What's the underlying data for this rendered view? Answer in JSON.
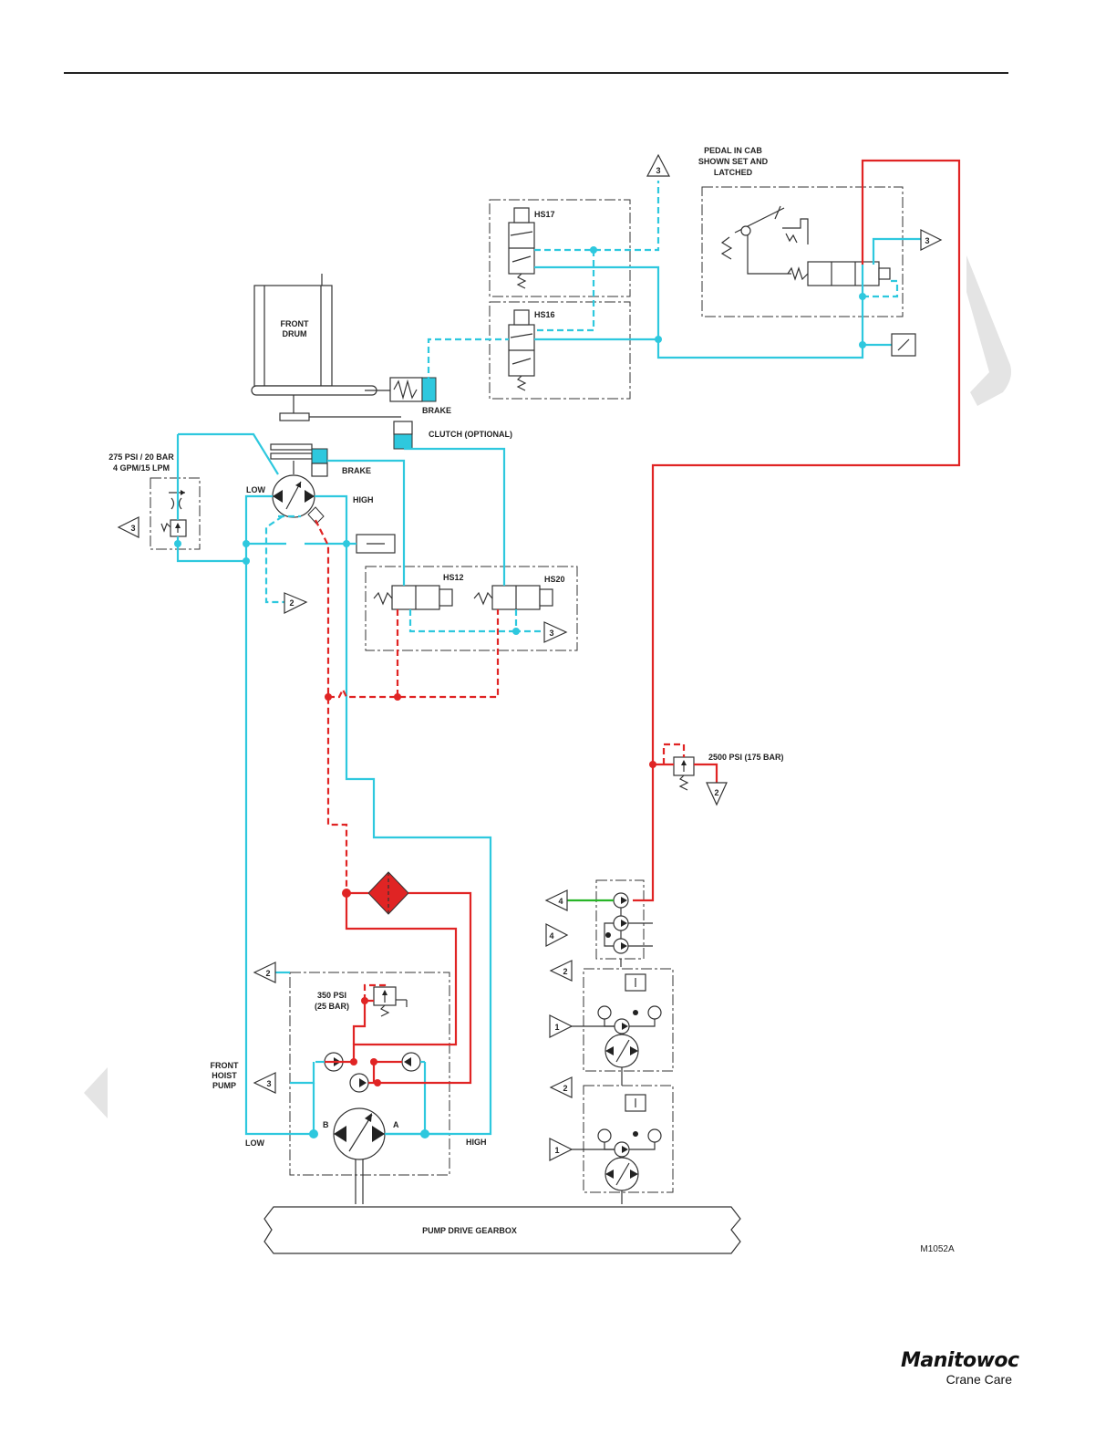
{
  "labels": {
    "front_drum": [
      "FRONT",
      "DRUM"
    ],
    "drum_brake": "BRAKE",
    "clutch": "CLUTCH (OPTIONAL)",
    "motor_brake": "BRAKE",
    "relief_275": [
      "275 PSI / 20 BAR",
      "4 GPM/15 LPM"
    ],
    "motor_low": "LOW",
    "motor_high": "HIGH",
    "hs17": "HS17",
    "hs16": "HS16",
    "hs12": "HS12",
    "hs20": "HS20",
    "pedal": [
      "PEDAL IN CAB",
      "SHOWN SET AND",
      "LATCHED"
    ],
    "relief_2500": "2500 PSI  (175 BAR)",
    "relief_350": [
      "350 PSI",
      "(25 BAR)"
    ],
    "front_hoist_pump": [
      "FRONT",
      "HOIST",
      "PUMP"
    ],
    "pump_b": "B",
    "pump_a": "A",
    "pump_low": "LOW",
    "pump_high": "HIGH",
    "gearbox": "PUMP DRIVE GEARBOX",
    "figure_id": "M1052A"
  },
  "connectors": {
    "top_to_3": "3",
    "pedal_to_3": "3",
    "relief_to_3": "3",
    "motor_drain_2": "2",
    "valves_to_3": "3",
    "relief2500_to_2": "2",
    "pump_to_2": "2",
    "pump_to_3": "3",
    "aux_4a": "4",
    "aux_4b": "4",
    "aux_2a": "2",
    "aux_1a": "1",
    "aux_2b": "2",
    "aux_1b": "1"
  },
  "logo": {
    "brand": "Manitowoc",
    "sub": "Crane Care"
  },
  "colors": {
    "pilot_line": "#2ec8de",
    "pressure_line": "#e02424",
    "aux_line": "#28b528",
    "symbol": "#333333"
  }
}
